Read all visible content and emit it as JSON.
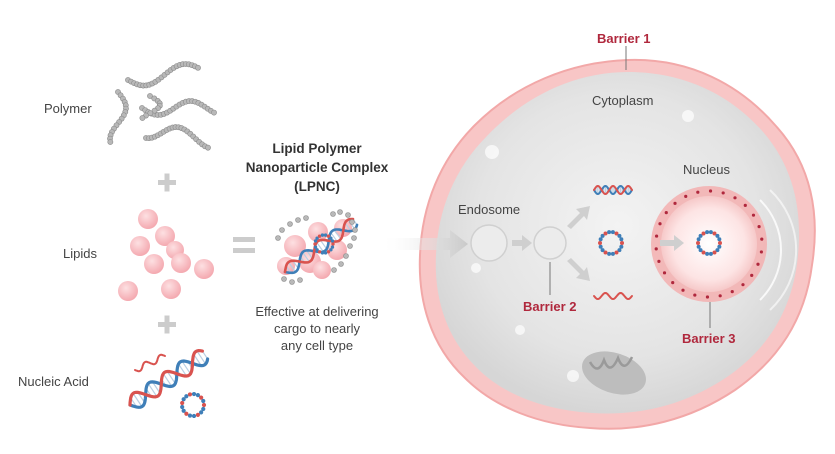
{
  "left_panel": {
    "components": [
      {
        "label": "Polymer"
      },
      {
        "label": "Lipids"
      },
      {
        "label": "Nucleic Acid"
      }
    ],
    "plus_symbol": "+",
    "equals_symbol": "="
  },
  "complex": {
    "title_line1": "Lipid Polymer",
    "title_line2": "Nanoparticle Complex",
    "title_line3": "(LPNC)",
    "desc_line1": "Effective at delivering",
    "desc_line2": "cargo to nearly",
    "desc_line3": "any cell type"
  },
  "cell": {
    "cytoplasm": "Cytoplasm",
    "endosome": "Endosome",
    "nucleus": "Nucleus",
    "barrier1": "Barrier 1",
    "barrier2": "Barrier 2",
    "barrier3": "Barrier 3"
  },
  "colors": {
    "barrier_red": "#b0283d",
    "membrane_pink": "#f7c4c4",
    "cytoplasm_gray": "#e6e6e6",
    "lipid_pink": "#f7b5bb",
    "dna_blue": "#3f7fb8",
    "dna_red": "#d9534f"
  }
}
